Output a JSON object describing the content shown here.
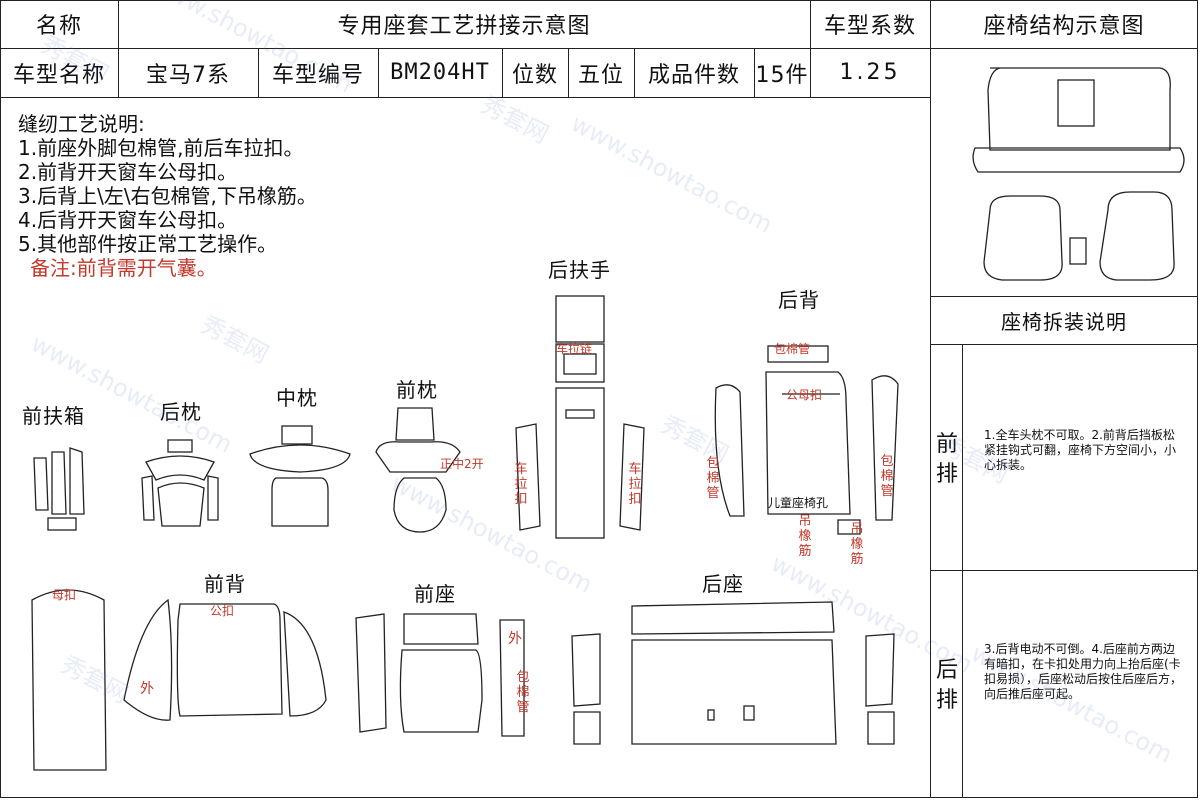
{
  "header": {
    "name_label": "名称",
    "title": "专用座套工艺拼接示意图",
    "coef_label": "车型系数",
    "structure_title": "座椅结构示意图",
    "model_name_label": "车型名称",
    "model_name": "宝马7系",
    "model_code_label": "车型编号",
    "model_code": "BM204HT",
    "seats_label": "位数",
    "seats_value": "五位",
    "pieces_label": "成品件数",
    "pieces_value": "15件",
    "coef_value": "1.25"
  },
  "notes": {
    "heading": "缝纫工艺说明:",
    "items": [
      "1.前座外脚包棉管,前后车拉扣。",
      "2.前背开天窗车公母扣。",
      "3.后背上\\左\\右包棉管,下吊橡筋。",
      "4.后背开天窗车公母扣。",
      "5.其他部件按正常工艺操作。"
    ],
    "remark": "备注:前背需开气囊。"
  },
  "pieces": {
    "front_armrest_box": "前扶箱",
    "rear_pillow": "后枕",
    "middle_pillow": "中枕",
    "front_pillow": "前枕",
    "rear_armrest": "后扶手",
    "rear_back": "后背",
    "front_back": "前背",
    "front_seat": "前座",
    "rear_seat": "后座"
  },
  "piece_notes": {
    "zip": "车拉链",
    "zip_pull_left": "车拉扣",
    "zip_pull_right": "车拉扣",
    "zip_center": "正中2开",
    "piping_top": "包棉管",
    "male_female": "公母扣",
    "piping_left": "包棉管",
    "piping_right": "包棉管",
    "child_seat": "儿童座椅孔",
    "elastic_1": "吊橡筋",
    "elastic_2": "吊橡筋",
    "female": "母扣",
    "male": "公扣",
    "outer_1": "外",
    "outer_2": "外",
    "front_piping": "包棉管"
  },
  "disassembly": {
    "title": "座椅拆装说明",
    "front_label": "前排",
    "front_text": "1.全车头枕不可取。2.前背后挡板松紧挂钩式可翻，座椅下方空间小，小心拆装。",
    "rear_label": "后排",
    "rear_text": "3.后背电动不可倒。4.后座前方两边有暗扣，在卡扣处用力向上抬后座(卡扣易损），后座松动后按住后座后方，向后推后座可起。"
  },
  "watermark": [
    "秀套网",
    "www.showtao.com"
  ]
}
